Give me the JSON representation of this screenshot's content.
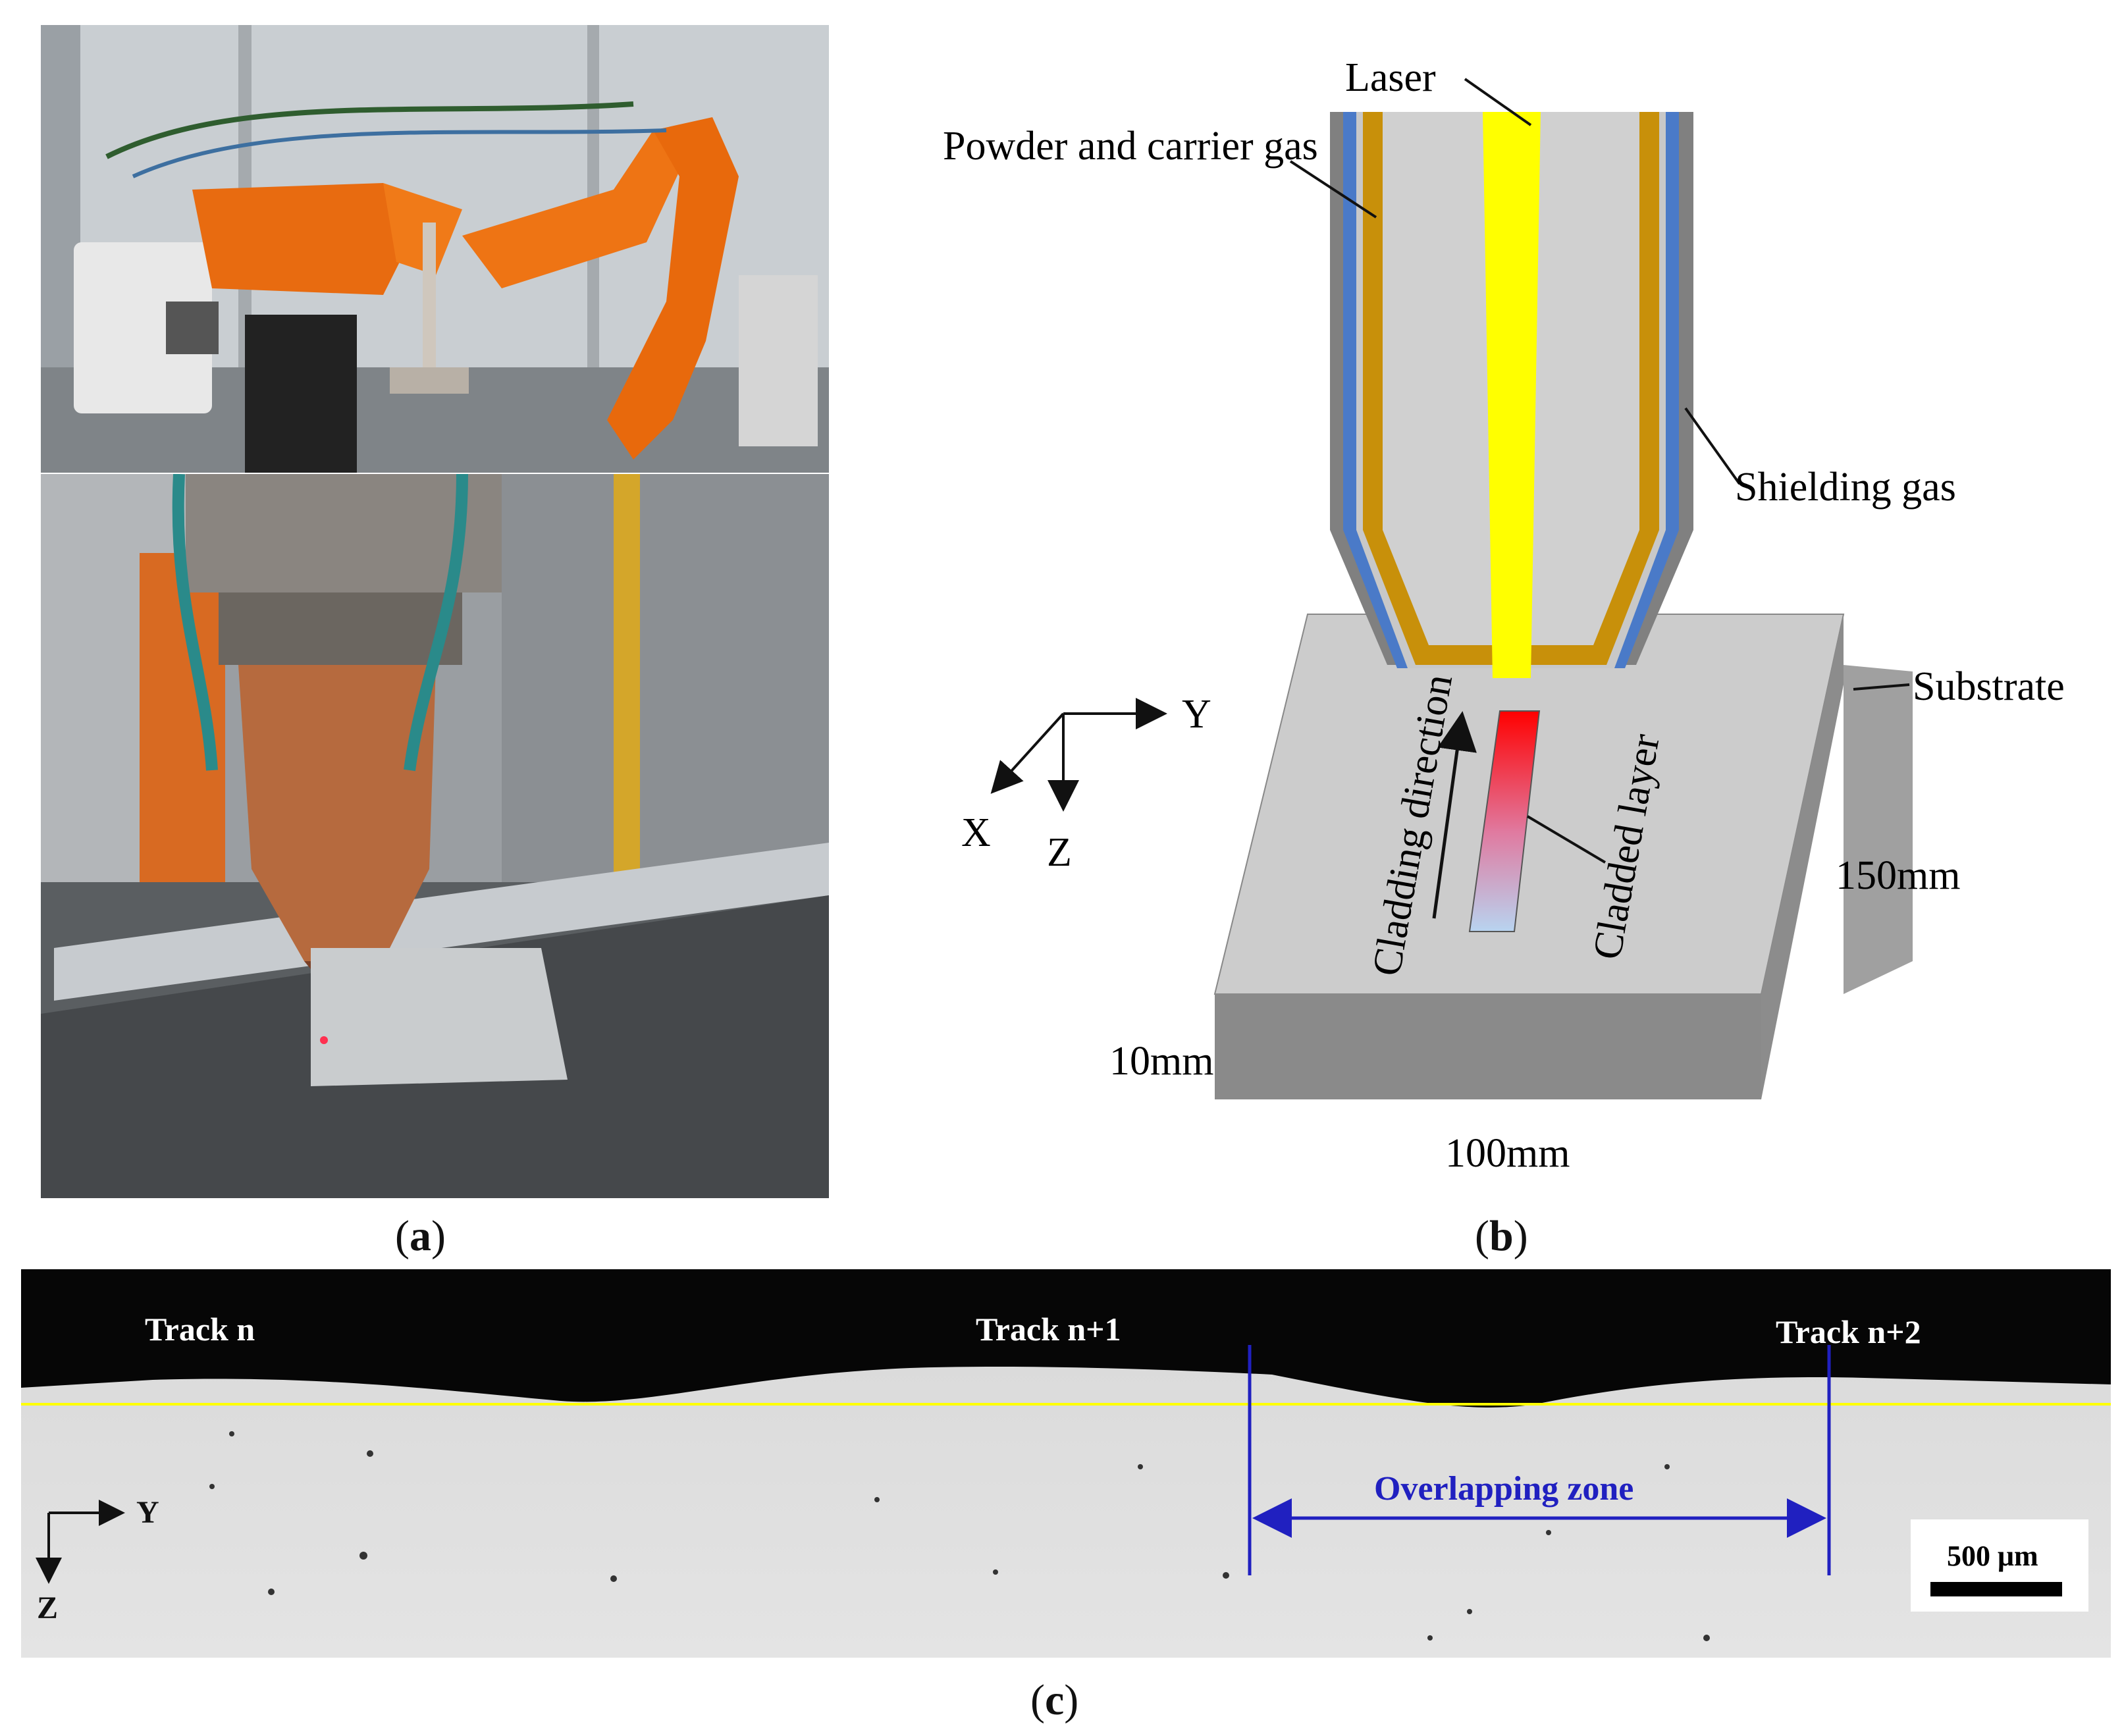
{
  "panel_a": {
    "caption_letter": "a"
  },
  "panel_b": {
    "caption_letter": "b",
    "labels": {
      "laser": "Laser",
      "powder": "Powder and carrier gas",
      "shielding": "Shielding gas",
      "substrate": "Substrate",
      "cladding_direction": "Cladding direction",
      "cladded_layer": "Cladded layer",
      "dim_150": "150mm",
      "dim_10": "10mm",
      "dim_100": "100mm"
    },
    "axes": {
      "x": "X",
      "y": "Y",
      "z": "Z"
    },
    "colors": {
      "laser": "#ffff00",
      "powder": "#c8900a",
      "shielding": "#4a7ac8",
      "nozzle": "#d0d0d0",
      "nozzle_wall": "#808080",
      "substrate_top": "#cccccc",
      "substrate_side": "#8c8c8c",
      "cladded_hot": "#ff0000",
      "cladded_cool": "#b8d4f0"
    }
  },
  "panel_c": {
    "caption_letter": "c",
    "track_labels": [
      "Track n",
      "Track n+1",
      "Track n+2"
    ],
    "overlap_label": "Overlapping zone",
    "scale_bar": "500 μm",
    "axes": {
      "y": "Y",
      "z": "Z"
    },
    "colors": {
      "baseline": "#ffff00",
      "overlap": "#2020c0"
    }
  }
}
